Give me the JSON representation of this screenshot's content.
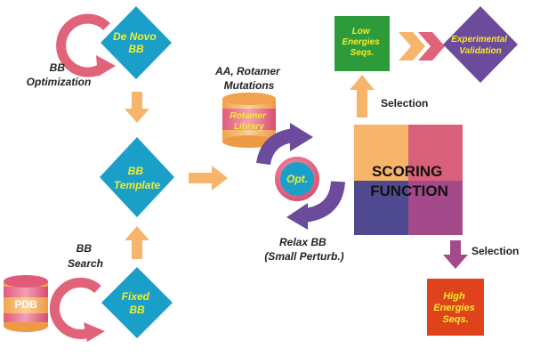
{
  "nodes": {
    "de_novo": "De Novo BB",
    "template": "BB Template",
    "fixed": "Fixed BB",
    "pdb": "PDB",
    "rotamer_library": "Rotamer Library",
    "opt": "Opt.",
    "low_energies": "Low Energies Seqs.",
    "experimental": "Experimental Validation",
    "high_energies": "High Energies Seqs.",
    "scoring_function": "SCORING FUNCTION"
  },
  "labels": {
    "bb_optimization": "BB Optimization",
    "bb_search": "BB Search",
    "aa_rotamer": "AA, Rotamer Mutations",
    "relax_bb": "Relax BB (Small Perturb.)",
    "selection_top": "Selection",
    "selection_bottom": "Selection"
  },
  "colors": {
    "diamond_blue": "#1aa0c8",
    "diamond_text": "#f4ec2a",
    "orange": "#f6b56a",
    "pink": "#e0637a",
    "purple": "#6c4a9c",
    "green": "#2e9b3a",
    "red_box": "#e0431c",
    "scoring_tl": "#f6b56a",
    "scoring_tr": "#d9607a",
    "scoring_bl": "#4f4a8f",
    "scoring_br": "#a44a8a"
  }
}
